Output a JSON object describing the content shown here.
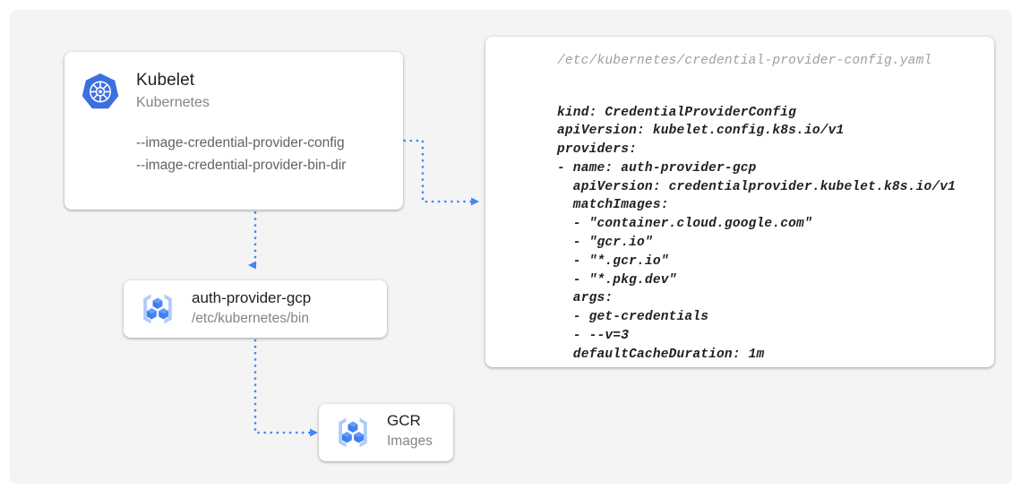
{
  "canvas": {
    "background_color": "#f4f4f4",
    "page_background_color": "#ffffff"
  },
  "accent": {
    "blue": "#4285f4",
    "light_blue": "#aecbfa",
    "connector_blue": "#4285f4",
    "text_dark": "#202124",
    "text_gray": "#5f6368",
    "text_light_gray": "#80868b",
    "path_gray": "#9aa0a6"
  },
  "kubelet_card": {
    "icon": "kubernetes-logo-icon",
    "title": "Kubelet",
    "subtitle": "Kubernetes",
    "flags": [
      "--image-credential-provider-config",
      "--image-credential-provider-bin-dir"
    ]
  },
  "auth_provider_card": {
    "icon": "container-registry-icon",
    "title": "auth-provider-gcp",
    "subtitle": "/etc/kubernetes/bin"
  },
  "gcr_card": {
    "icon": "container-registry-icon",
    "title": "GCR",
    "subtitle": "Images"
  },
  "yaml_panel": {
    "path": "/etc/kubernetes/credential-provider-config.yaml",
    "content": "kind: CredentialProviderConfig\napiVersion: kubelet.config.k8s.io/v1\nproviders:\n- name: auth-provider-gcp\n  apiVersion: credentialprovider.kubelet.k8s.io/v1\n  matchImages:\n  - \"container.cloud.google.com\"\n  - \"gcr.io\"\n  - \"*.gcr.io\"\n  - \"*.pkg.dev\"\n  args:\n  - get-credentials\n  - --v=3\n  defaultCacheDuration: 1m"
  },
  "connectors": [
    {
      "name": "kubelet-to-config",
      "from": "kubelet-card",
      "to": "yaml-panel",
      "style": "dotted-arrow"
    },
    {
      "name": "kubelet-to-auth-provider",
      "from": "kubelet-card",
      "to": "auth-provider-card",
      "style": "dotted-arrow"
    },
    {
      "name": "auth-provider-to-gcr",
      "from": "auth-provider-card",
      "to": "gcr-card",
      "style": "dotted-arrow"
    }
  ]
}
